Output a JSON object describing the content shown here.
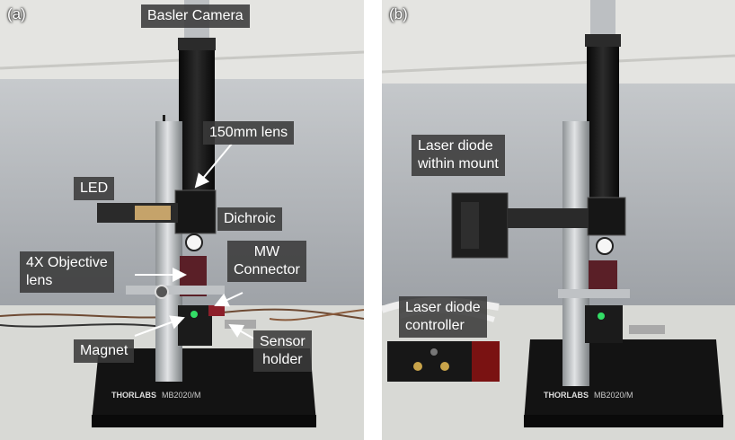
{
  "panels": [
    {
      "label": "(a)",
      "callouts": {
        "camera": "Basler Camera",
        "lens150": "150mm lens",
        "led": "LED",
        "dichroic": "Dichroic",
        "mw_line1": "MW",
        "mw_line2": "Connector",
        "objective_line1": "4X Objective",
        "objective_line2": "lens",
        "magnet": "Magnet",
        "sensor_line1": "Sensor",
        "sensor_line2": "holder"
      },
      "base_brand": "THORLABS",
      "base_model": "MB2020/M"
    },
    {
      "label": "(b)",
      "callouts": {
        "diode_mount_line1": "Laser diode",
        "diode_mount_line2": "within mount",
        "controller_line1": "Laser diode",
        "controller_line2": "controller"
      },
      "base_brand": "THORLABS",
      "base_model": "MB2020/M"
    }
  ],
  "colors": {
    "wall": "#a9adb2",
    "shelf": "#e6e6e3",
    "table": "#d9dad6",
    "breadboard": "#141414",
    "tube": "#1a1a1a",
    "post": "#b9bcc0",
    "callout_bg": "#3a3a3a",
    "controller_red": "#7a1212",
    "led_green": "#33dd66"
  }
}
